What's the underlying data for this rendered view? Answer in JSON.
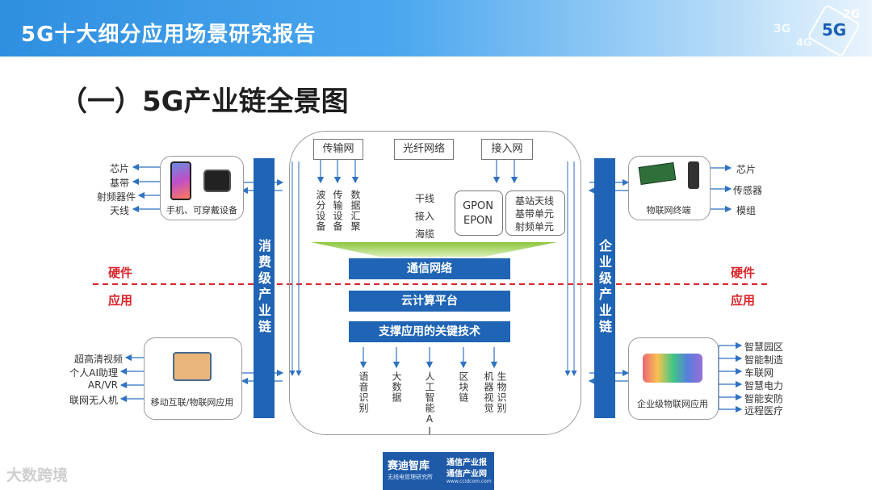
{
  "header": {
    "title": "5G十大细分应用场景研究报告",
    "badge": "5G",
    "badge_2g": "2G",
    "badge_3g": "3G",
    "badge_4g": "4G"
  },
  "page_title": "（一）5G产业链全景图",
  "left": {
    "hw_labels": [
      "芯片",
      "基带",
      "射频器件",
      "天线"
    ],
    "hw_caption": "手机、可穿戴设备",
    "app_labels": [
      "超高清视频",
      "个人AI助理",
      "AR/VR",
      "联网无人机"
    ],
    "app_caption": "移动互联/物联网应用",
    "bar": "消费级产业链"
  },
  "right": {
    "hw_labels": [
      "芯片",
      "传感器",
      "模组"
    ],
    "hw_caption": "物联网终端",
    "app_labels": [
      "智慧园区",
      "智能制造",
      "车联网",
      "智慧电力",
      "智能安防",
      "远程医疗"
    ],
    "app_caption": "企业级物联网应用",
    "bar": "企业级产业链"
  },
  "center": {
    "transport": {
      "title": "传输网",
      "cols": [
        "波分设备",
        "传输设备",
        "数据汇聚"
      ]
    },
    "fiber": {
      "title": "光纤网络",
      "items": [
        "干线",
        "接入",
        "海缆"
      ]
    },
    "access": {
      "title": "接入网",
      "pon": [
        "GPON",
        "EPON"
      ],
      "station": [
        "基站天线",
        "基带单元",
        "射频单元"
      ]
    },
    "layers": [
      "通信网络",
      "云计算平台",
      "支撑应用的关键技术"
    ],
    "tech": [
      "语音识别",
      "大数据",
      "人工智能AI",
      "区块链",
      "机器视觉",
      "生物识别"
    ]
  },
  "divider": {
    "hardware": "硬件",
    "application": "应用"
  },
  "footer": {
    "logo": "赛迪智库",
    "logo_sub": "无线电管理研究所",
    "r1": "通信产业报",
    "r2": "通信产业网",
    "r3": "www.ccidcom.com"
  },
  "watermark": "大数跨境",
  "colors": {
    "primary": "#1f64b5",
    "accent_red": "#d8262b",
    "banner": "#2f8fe0"
  }
}
